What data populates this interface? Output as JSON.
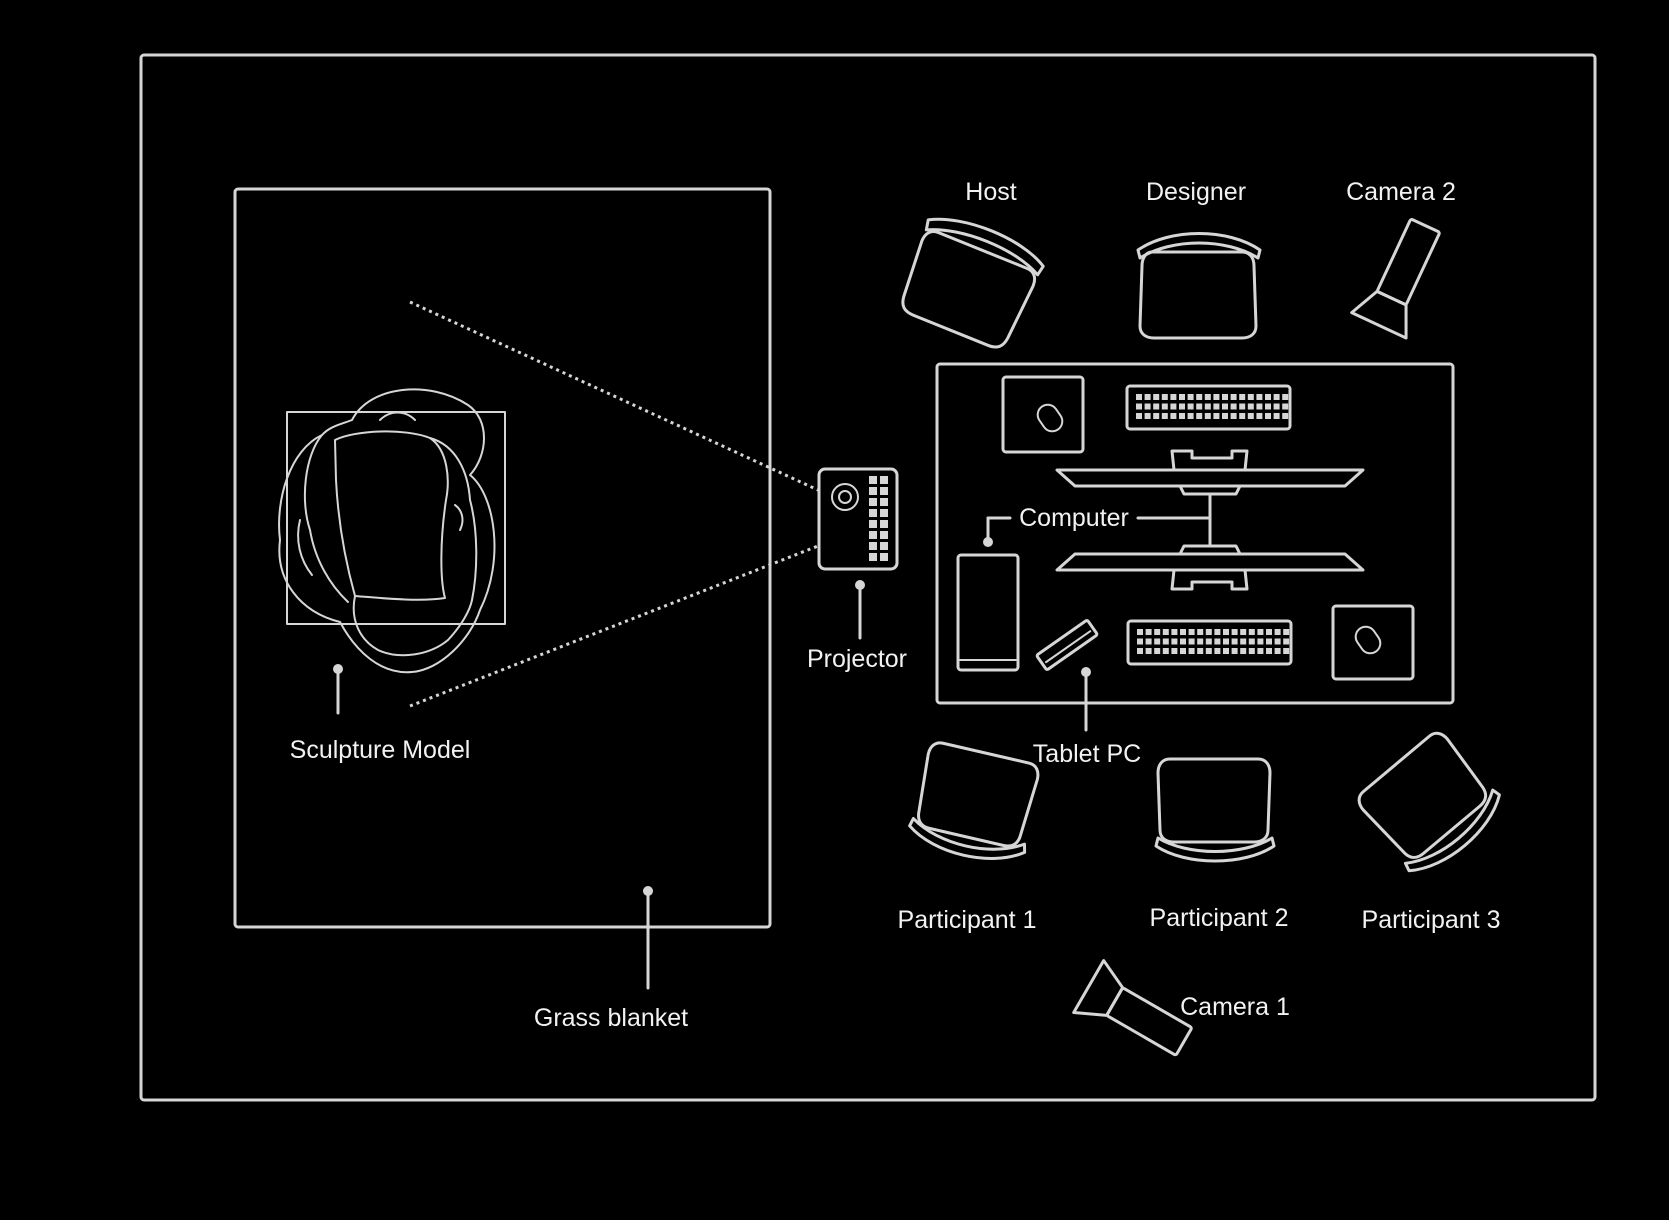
{
  "labels": {
    "host": "Host",
    "designer": "Designer",
    "camera2": "Camera 2",
    "computer": "Computer",
    "projector": "Projector",
    "sculpture_model": "Sculpture Model",
    "tablet_pc": "Tablet PC",
    "participant1": "Participant 1",
    "participant2": "Participant 2",
    "participant3": "Participant 3",
    "grass_blanket": "Grass blanket",
    "camera1": "Camera 1"
  },
  "colors": {
    "background": "#000000",
    "line": "#d6d6d6",
    "text": "#f2f2f2"
  }
}
